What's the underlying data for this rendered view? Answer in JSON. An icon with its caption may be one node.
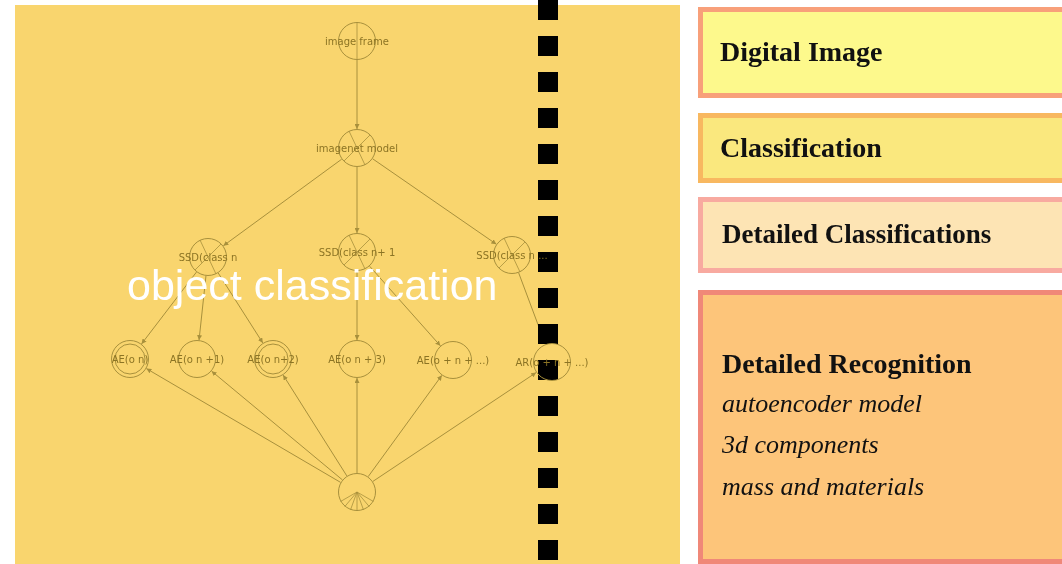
{
  "diagram": {
    "nodes": [
      {
        "text": [
          "image frame"
        ]
      },
      {
        "text": [
          "imagenet model"
        ]
      },
      {
        "text": [
          "SSD(class n"
        ]
      },
      {
        "text": [
          "SSD(class n+ 1"
        ]
      },
      {
        "text": [
          "SSD(class n ..."
        ]
      },
      {
        "text": [
          "AE(o n)"
        ]
      },
      {
        "text": [
          "AE(o n +1)"
        ]
      },
      {
        "text": [
          "AE(o n+2)"
        ]
      },
      {
        "text": [
          "AE(o n + 3)"
        ]
      },
      {
        "text": [
          "AE(o + n + ...)"
        ]
      },
      {
        "text": [
          "AR(o + n + ...)"
        ]
      },
      {
        "text": [],
        "shape": "circle"
      },
      {
        "text": [
          "Digital Image"
        ]
      },
      {
        "text": [
          "Classification"
        ]
      },
      {
        "text": [
          "Detailed Classifications"
        ]
      },
      {
        "text": [
          "Detailed Recognition",
          "autoencoder model",
          "3d components",
          "mass and materials"
        ]
      }
    ],
    "edges": [
      {
        "from": 0,
        "to": 1,
        "arrow": "to"
      },
      {
        "from": 1,
        "to": 2,
        "arrow": "to"
      },
      {
        "from": 1,
        "to": 3,
        "arrow": "to"
      },
      {
        "from": 1,
        "to": 4,
        "arrow": "to"
      },
      {
        "from": 2,
        "to": 5,
        "arrow": "to"
      },
      {
        "from": 2,
        "to": 6,
        "arrow": "to"
      },
      {
        "from": 2,
        "to": 7,
        "arrow": "to"
      },
      {
        "from": 3,
        "to": 8,
        "arrow": "to"
      },
      {
        "from": 3,
        "to": 9,
        "arrow": "to"
      },
      {
        "from": 4,
        "to": 10,
        "arrow": "to"
      },
      {
        "from": 11,
        "to": 5,
        "arrow": "to"
      },
      {
        "from": 11,
        "to": 6,
        "arrow": "to"
      },
      {
        "from": 11,
        "to": 7,
        "arrow": "to"
      },
      {
        "from": 11,
        "to": 8,
        "arrow": "to"
      },
      {
        "from": 11,
        "to": 9,
        "arrow": "to"
      },
      {
        "from": 11,
        "to": 10,
        "arrow": "to"
      }
    ],
    "labels": [
      "object classification"
    ]
  }
}
